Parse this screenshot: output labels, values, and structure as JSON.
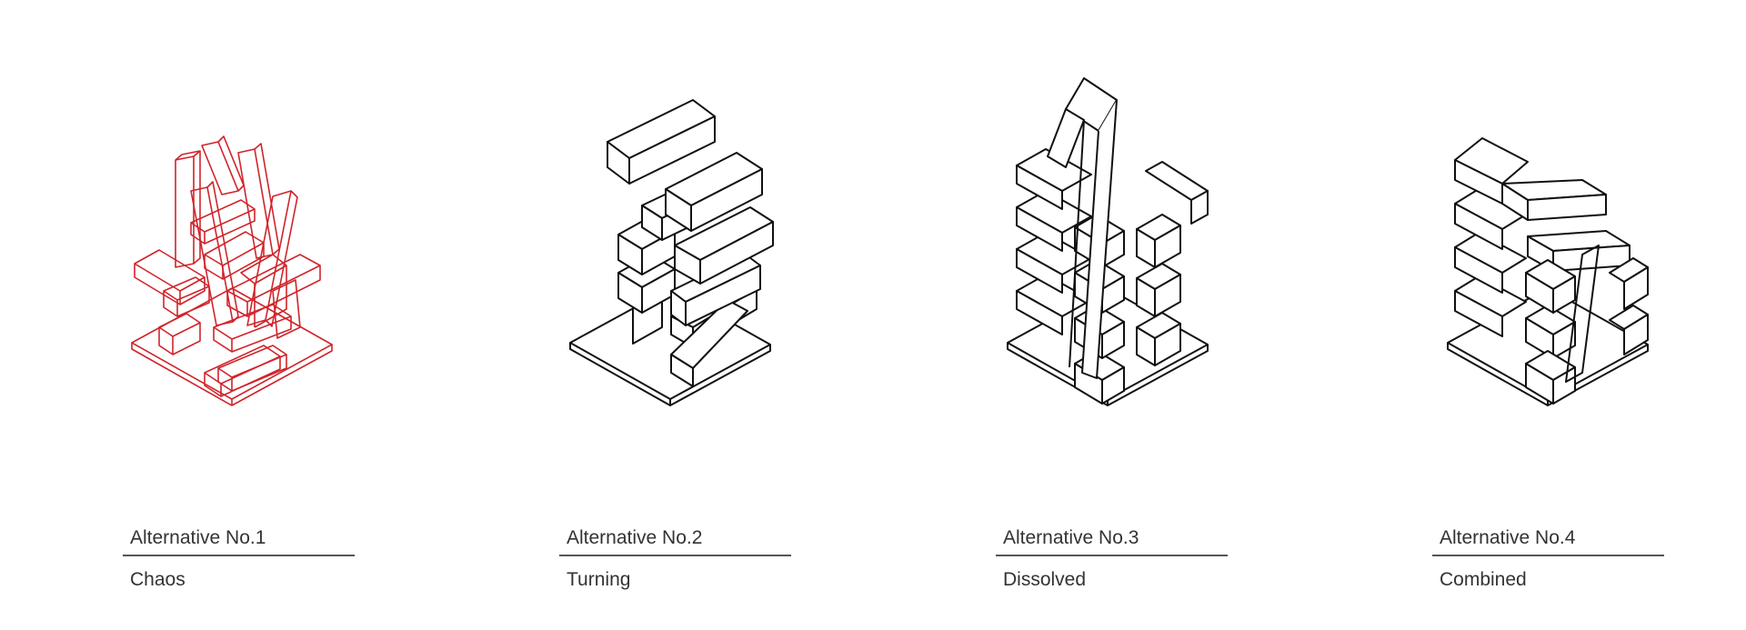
{
  "alternatives": [
    {
      "title": "Alternative No.1",
      "subtitle": "Chaos",
      "stroke_color": "#d0242b",
      "icon": "chaotic-stacked-blocks-icon"
    },
    {
      "title": "Alternative No.2",
      "subtitle": "Turning",
      "stroke_color": "#111111",
      "icon": "turning-stacked-blocks-icon"
    },
    {
      "title": "Alternative No.3",
      "subtitle": "Dissolved",
      "stroke_color": "#111111",
      "icon": "dissolved-stacked-blocks-icon"
    },
    {
      "title": "Alternative No.4",
      "subtitle": "Combined",
      "stroke_color": "#111111",
      "icon": "combined-stacked-blocks-icon"
    }
  ]
}
